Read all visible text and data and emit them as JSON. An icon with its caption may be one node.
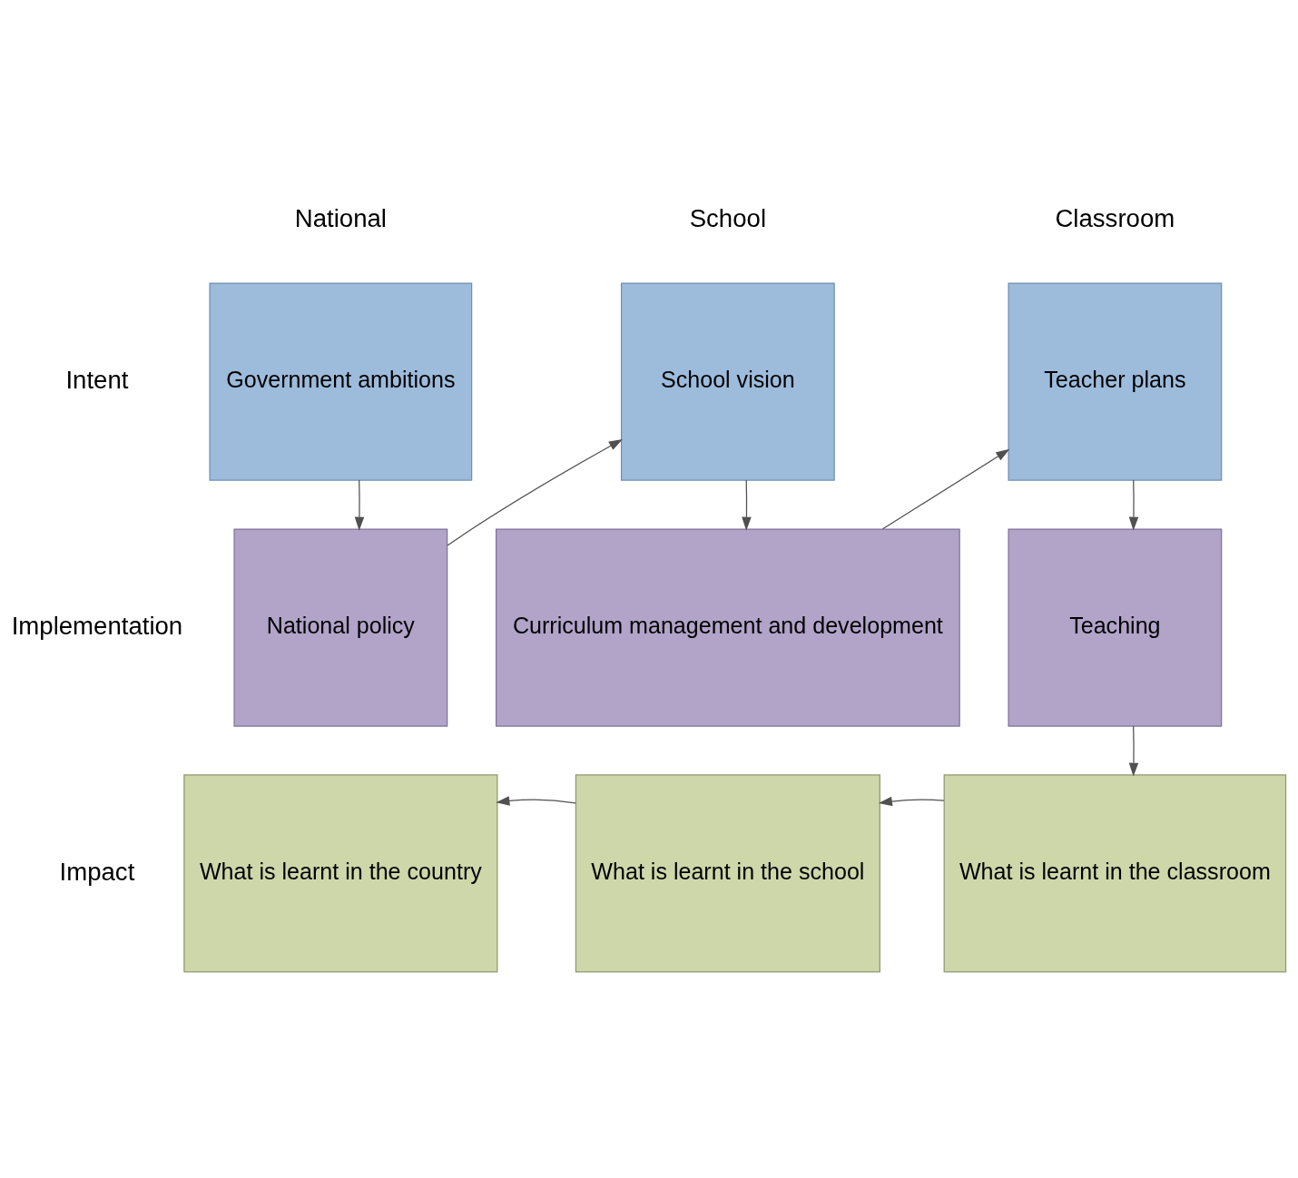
{
  "diagram": {
    "nodes": [
      {
        "text": [
          "Government ambitions"
        ]
      },
      {
        "text": [
          "School vision"
        ]
      },
      {
        "text": [
          "Teacher plans"
        ]
      },
      {
        "text": [
          "National policy"
        ]
      },
      {
        "text": [
          "Curriculum management and development"
        ]
      },
      {
        "text": [
          "Teaching"
        ]
      },
      {
        "text": [
          "What is learnt in the country"
        ]
      },
      {
        "text": [
          "What is learnt in the school"
        ]
      },
      {
        "text": [
          "What is learnt in the classroom"
        ]
      }
    ],
    "edges": [
      {
        "from": 0,
        "to": 3,
        "arrow": "to"
      },
      {
        "from": 3,
        "to": 1,
        "arrow": "to"
      },
      {
        "from": 1,
        "to": 4,
        "arrow": "to"
      },
      {
        "from": 4,
        "to": 2,
        "arrow": "to"
      },
      {
        "from": 2,
        "to": 5,
        "arrow": "to"
      },
      {
        "from": 5,
        "to": 8,
        "arrow": "to"
      },
      {
        "from": 8,
        "to": 7,
        "arrow": "to"
      },
      {
        "from": 7,
        "to": 6,
        "arrow": "to"
      }
    ],
    "labels": [
      "National",
      "School",
      "Classroom",
      "Intent",
      "Implementation",
      "Impact"
    ]
  }
}
